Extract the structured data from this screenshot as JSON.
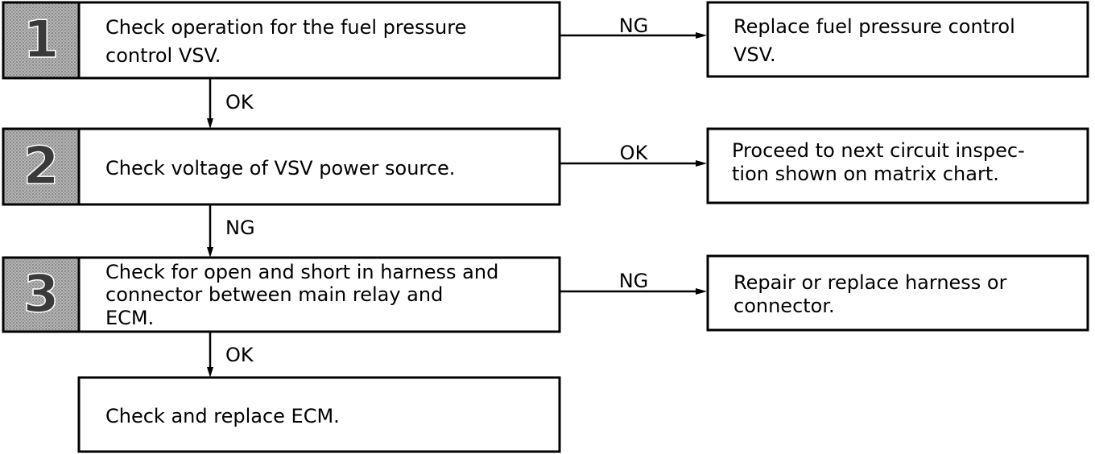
{
  "colors": {
    "stroke": "#000000",
    "step_fill": "#aaaaaa",
    "background": "#ffffff"
  },
  "steps": [
    {
      "number": "1",
      "text_lines": [
        "Check operation for the fuel pressure",
        "control VSV."
      ]
    },
    {
      "number": "2",
      "text_lines": [
        "Check voltage of VSV power source."
      ]
    },
    {
      "number": "3",
      "text_lines": [
        "Check for open and short in harness and",
        "connector between main relay and",
        "ECM."
      ]
    }
  ],
  "final_box": {
    "text_lines": [
      "Check and replace ECM."
    ]
  },
  "results": [
    {
      "label": "NG",
      "text_lines": [
        "Replace fuel pressure control",
        "VSV."
      ]
    },
    {
      "label": "OK",
      "text_lines": [
        "Proceed to next circuit inspec-",
        "tion shown on matrix chart."
      ]
    },
    {
      "label": "NG",
      "text_lines": [
        "Repair or replace harness or",
        "connector."
      ]
    }
  ],
  "down_labels": [
    "OK",
    "NG",
    "OK"
  ]
}
